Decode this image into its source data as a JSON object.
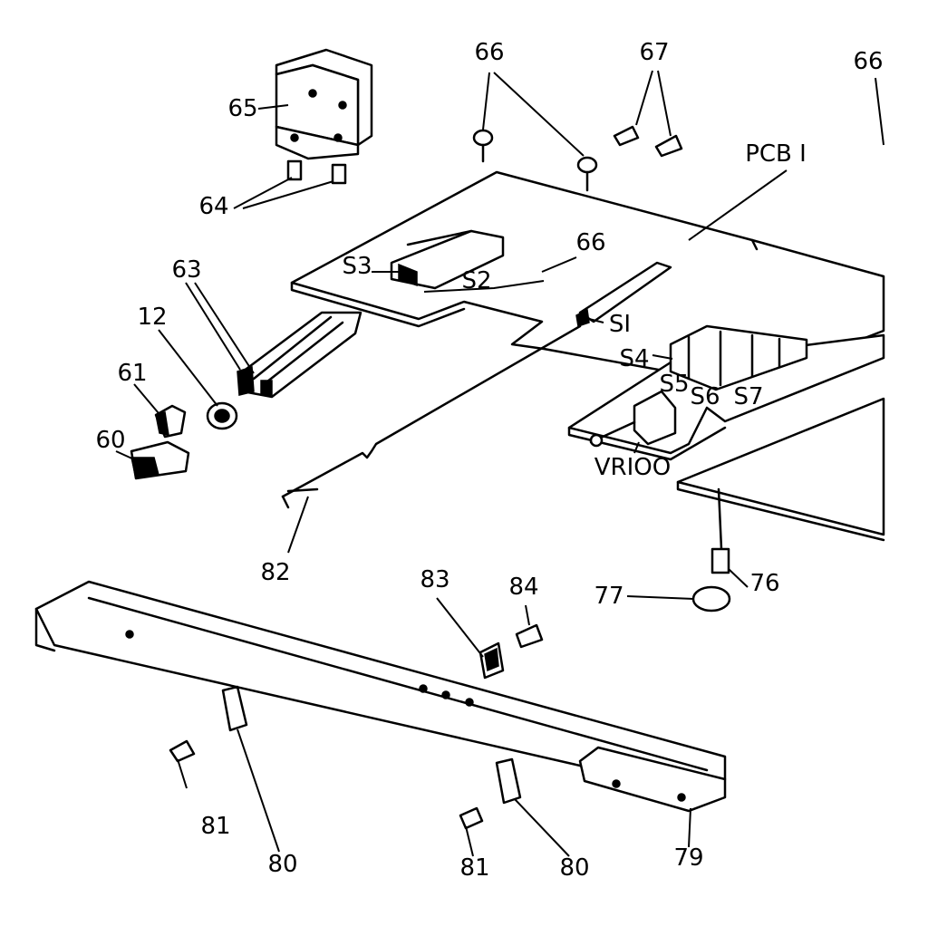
{
  "callouts": {
    "c66a": "66",
    "c67": "67",
    "c66b": "66",
    "c65": "65",
    "c64": "64",
    "c63": "63",
    "c12": "12",
    "c61": "61",
    "c60": "60",
    "cS3": "S3",
    "cS2": "S2",
    "c66c": "66",
    "cPCB": "PCB I",
    "cS1": "SI",
    "cS4": "S4",
    "cS5": "S5",
    "cS6": "S6",
    "cS7": "S7",
    "cVR": "VRIOO",
    "c82": "82",
    "c83": "83",
    "c84": "84",
    "c77": "77",
    "c76": "76",
    "c81a": "81",
    "c80a": "80",
    "c81b": "81",
    "c80b": "80",
    "c79": "79"
  }
}
